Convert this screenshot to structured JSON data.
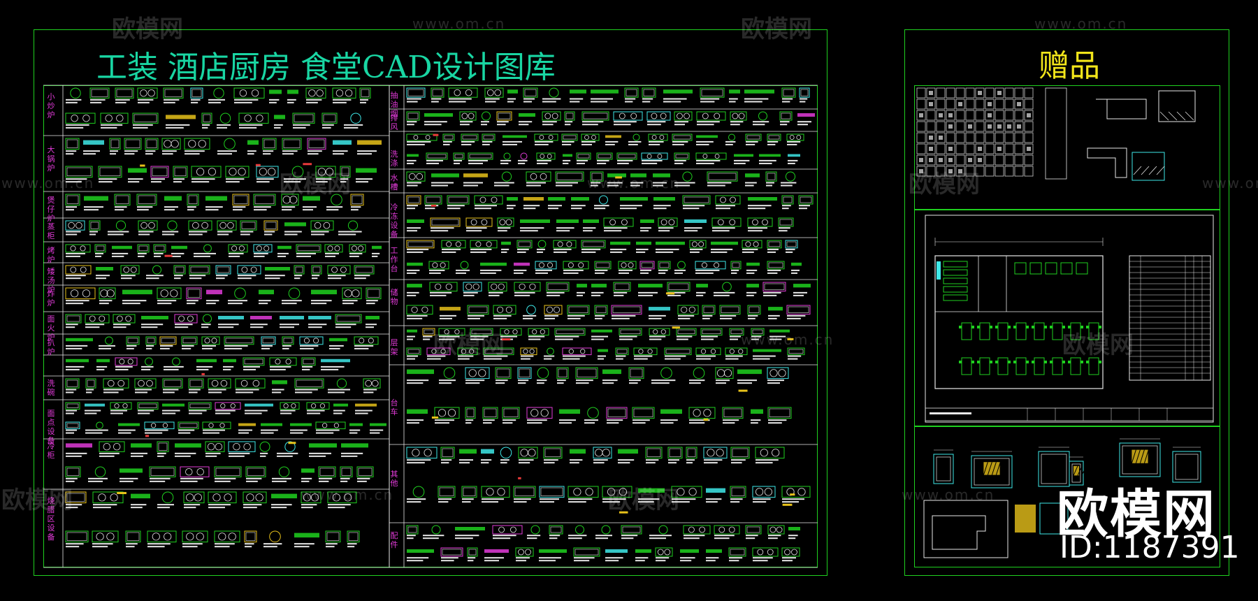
{
  "main": {
    "title": "工装  酒店厨房  食堂CAD设计图库"
  },
  "gift": {
    "title": "赠品"
  },
  "watermark": {
    "brand": "欧模网",
    "url": "www.om.cn",
    "big_brand": "欧模网",
    "id": "ID:1187391"
  },
  "colors": {
    "frame": "#1fd11f",
    "title": "#19d6a3",
    "gift": "#f2e51a",
    "label": "#e23bd9"
  }
}
